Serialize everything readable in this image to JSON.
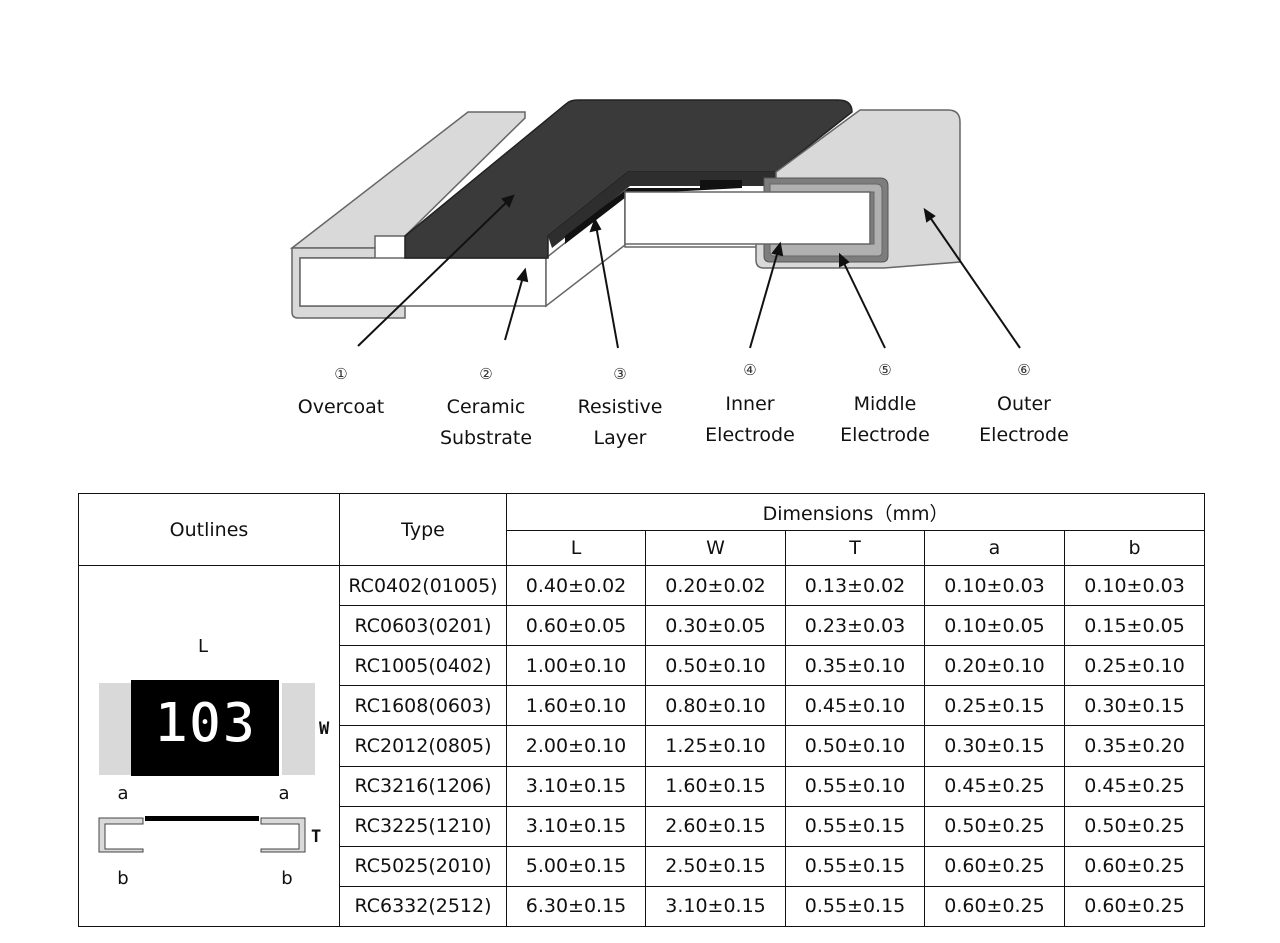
{
  "diagram": {
    "labels": [
      {
        "num": "①",
        "lines": [
          "Overcoat"
        ]
      },
      {
        "num": "②",
        "lines": [
          "Ceramic",
          "Substrate"
        ]
      },
      {
        "num": "③",
        "lines": [
          "Resistive",
          "Layer"
        ]
      },
      {
        "num": "④",
        "lines": [
          "Inner",
          "Electrode"
        ]
      },
      {
        "num": "⑤",
        "lines": [
          "Middle",
          "Electrode"
        ]
      },
      {
        "num": "⑥",
        "lines": [
          "Outer",
          "Electrode"
        ]
      }
    ]
  },
  "table": {
    "header": {
      "outlines": "Outlines",
      "type": "Type",
      "dimensions": "Dimensions（mm）",
      "cols": [
        "L",
        "W",
        "T",
        "a",
        "b"
      ]
    },
    "rows": [
      {
        "type": "RC0402(01005)",
        "vals": [
          "0.40±0.02",
          "0.20±0.02",
          "0.13±0.02",
          "0.10±0.03",
          "0.10±0.03"
        ]
      },
      {
        "type": "RC0603(0201)",
        "vals": [
          "0.60±0.05",
          "0.30±0.05",
          "0.23±0.03",
          "0.10±0.05",
          "0.15±0.05"
        ]
      },
      {
        "type": "RC1005(0402)",
        "vals": [
          "1.00±0.10",
          "0.50±0.10",
          "0.35±0.10",
          "0.20±0.10",
          "0.25±0.10"
        ]
      },
      {
        "type": "RC1608(0603)",
        "vals": [
          "1.60±0.10",
          "0.80±0.10",
          "0.45±0.10",
          "0.25±0.15",
          "0.30±0.15"
        ]
      },
      {
        "type": "RC2012(0805)",
        "vals": [
          "2.00±0.10",
          "1.25±0.10",
          "0.50±0.10",
          "0.30±0.15",
          "0.35±0.20"
        ]
      },
      {
        "type": "RC3216(1206)",
        "vals": [
          "3.10±0.15",
          "1.60±0.15",
          "0.55±0.10",
          "0.45±0.25",
          "0.45±0.25"
        ]
      },
      {
        "type": "RC3225(1210)",
        "vals": [
          "3.10±0.15",
          "2.60±0.15",
          "0.55±0.15",
          "0.50±0.25",
          "0.50±0.25"
        ]
      },
      {
        "type": "RC5025(2010)",
        "vals": [
          "5.00±0.15",
          "2.50±0.15",
          "0.55±0.15",
          "0.60±0.25",
          "0.60±0.25"
        ]
      },
      {
        "type": "RC6332(2512)",
        "vals": [
          "6.30±0.15",
          "3.10±0.15",
          "0.55±0.15",
          "0.60±0.25",
          "0.60±0.25"
        ]
      }
    ]
  },
  "outline_drawing": {
    "dim_L": "L",
    "dim_W": "W",
    "dim_T": "T",
    "dim_a_left": "a",
    "dim_a_right": "a",
    "dim_b_left": "b",
    "dim_b_right": "b",
    "marking": "103"
  },
  "colors": {
    "overcoat": "#3a3a3a",
    "electrode": "#d9d9d9",
    "substrate": "#ffffff",
    "resistive": "#111111"
  }
}
